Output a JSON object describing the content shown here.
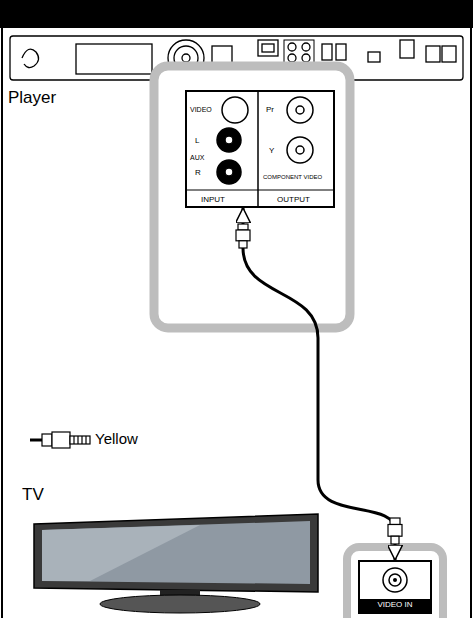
{
  "diagram": {
    "nodes": [
      {
        "text": [
          "VIDEO",
          "L",
          "AUX",
          "R",
          "INPUT",
          "Pr",
          "Y",
          "COMPONENT VIDEO",
          "OUTPUT"
        ]
      },
      {
        "text": [
          "VIDEO IN"
        ]
      }
    ],
    "edges": [
      {
        "from": 0,
        "to": 1,
        "arrow": "both"
      }
    ],
    "labels": [
      "Player",
      "Yellow",
      "TV"
    ]
  }
}
